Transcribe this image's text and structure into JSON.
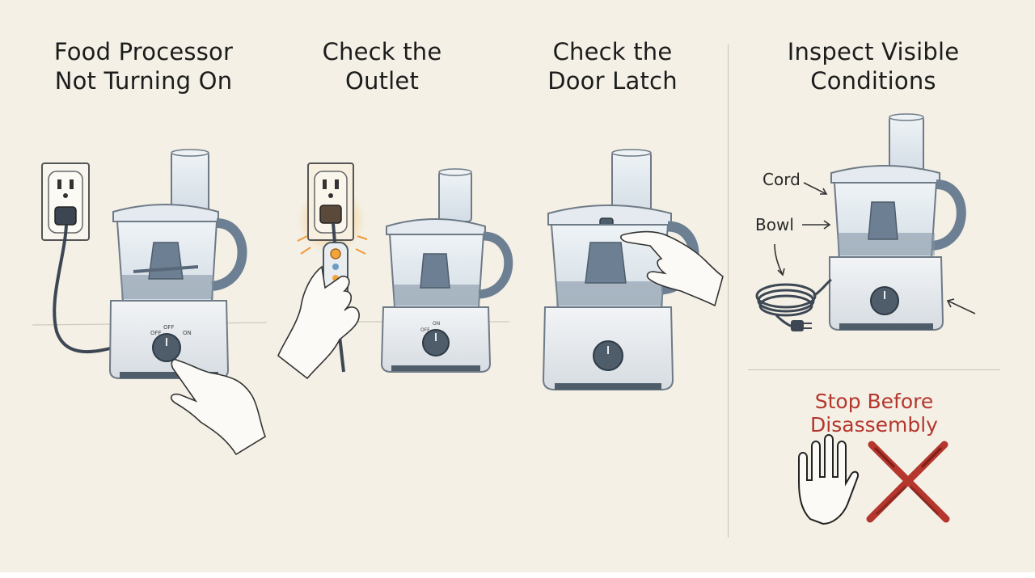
{
  "panels": [
    {
      "title_line1": "Food Processor",
      "title_line2": "Not Turning On"
    },
    {
      "title_line1": "Check the",
      "title_line2": "Outlet"
    },
    {
      "title_line1": "Check the",
      "title_line2": "Door Latch"
    },
    {
      "title_line1": "Inspect Visible",
      "title_line2": "Conditions"
    }
  ],
  "labels": {
    "cord": "Cord",
    "bowl": "Bowl",
    "switch_off_1": "OFF",
    "switch_off_2": "OFF",
    "switch_on_1": "ON",
    "switch_on_2": "ON"
  },
  "warning": {
    "text": "Stop Before Disassembly"
  },
  "icons": [
    "outlet-icon",
    "hand-icon",
    "stop-hand-icon",
    "crossed-screwdrivers-icon"
  ],
  "colors": {
    "background": "#f4f0e6",
    "warning_red": "#b5362c",
    "appliance_blue": "#6d7f92",
    "glow": "#f2a53c"
  }
}
